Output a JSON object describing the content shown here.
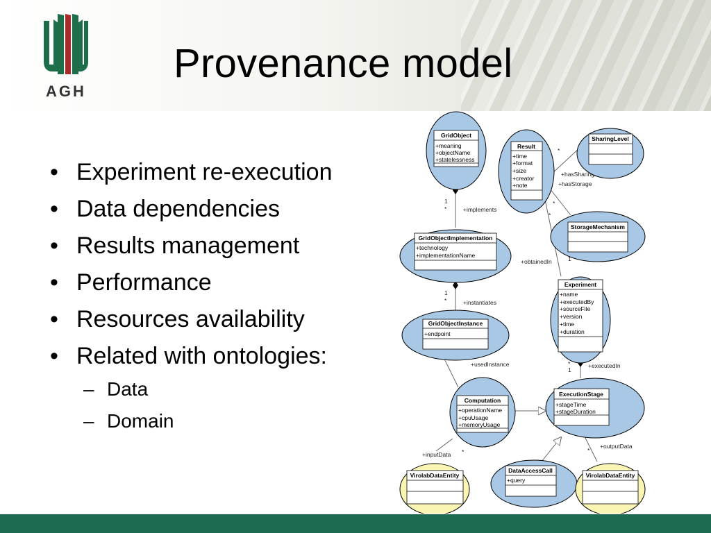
{
  "logo": {
    "text": "AGH",
    "icon": "agh-university-logo-icon"
  },
  "title": "Provenance model",
  "bullets": [
    "Experiment re-execution",
    "Data dependencies",
    "Results management",
    "Performance",
    "Resources availability",
    "Related with ontologies:"
  ],
  "sub_bullets": [
    "Data",
    "Domain"
  ],
  "diagram": {
    "classes": {
      "grid_object": {
        "name": "GridObject",
        "attrs": [
          "+meaning",
          "+objectName",
          "+statelessness"
        ]
      },
      "result": {
        "name": "Result",
        "attrs": [
          "+time",
          "+format",
          "+size",
          "+creator",
          "+note"
        ]
      },
      "sharing_level": {
        "name": "SharingLevel",
        "attrs": []
      },
      "storage_mechanism": {
        "name": "StorageMechanism",
        "attrs": []
      },
      "grid_object_implementation": {
        "name": "GridObjectImplementation",
        "attrs": [
          "+technology",
          "+implementationName"
        ]
      },
      "experiment": {
        "name": "Experiment",
        "attrs": [
          "+name",
          "+executedBy",
          "+sourceFile",
          "+version",
          "+time",
          "+duration"
        ]
      },
      "grid_object_instance": {
        "name": "GridObjectInstance",
        "attrs": [
          "+endpoint"
        ]
      },
      "execution_stage": {
        "name": "ExecutionStage",
        "attrs": [
          "+stageTime",
          "+stageDuration"
        ]
      },
      "computation": {
        "name": "Computation",
        "attrs": [
          "+operationName",
          "+cpuUsage",
          "+memoryUsage"
        ]
      },
      "virolab_input": {
        "name": "VirolabDataEntity",
        "attrs": []
      },
      "data_access_call": {
        "name": "DataAccessCall",
        "attrs": [
          "+query"
        ]
      },
      "virolab_output": {
        "name": "VirolabDataEntity",
        "attrs": []
      }
    },
    "labels": {
      "implements": "+implements",
      "instantiates": "+instantiates",
      "has_sharing_level": "+hasSharingLevel",
      "has_storage": "+hasStorage",
      "obtained_in": "+obtainedIn",
      "executed_in": "+executedIn",
      "used_instance": "+usedInstance",
      "input_data": "+inputData",
      "output_data": "+outputData",
      "one": "1",
      "many": "*"
    },
    "colors": {
      "blue_ellipse": "#a9c8e6",
      "yellow_ellipse": "#fbf5b4"
    }
  },
  "colors": {
    "footer": "#1c6b50",
    "logo_green": "#1f6e4a",
    "logo_red": "#a82a2a"
  }
}
